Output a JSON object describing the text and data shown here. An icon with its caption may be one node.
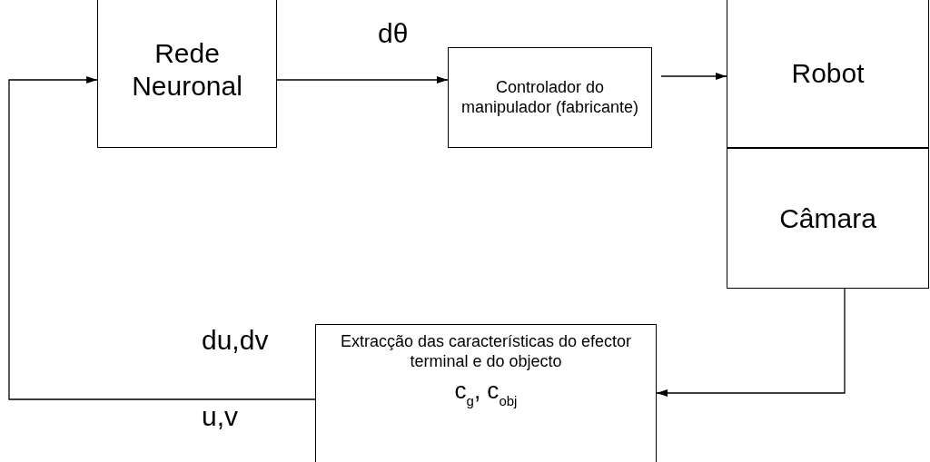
{
  "diagram": {
    "nodes": [
      {
        "text": [
          "Rede Neuronal"
        ]
      },
      {
        "text": [
          "Controlador do manipulador (fabricante)"
        ]
      },
      {
        "text": [
          "Robot"
        ]
      },
      {
        "text": [
          "Câmara"
        ]
      },
      {
        "text": [
          "Extracção das características do efector terminal e do objecto",
          "c$_{g}$, c$_{obj}$"
        ]
      }
    ],
    "edges": [
      {
        "from": 0,
        "to": 1,
        "arrow": "to",
        "label": "dθ"
      },
      {
        "from": 1,
        "to": 2,
        "arrow": "to"
      },
      {
        "from": 3,
        "to": 4,
        "arrow": "to"
      },
      {
        "from": 4,
        "to": 0,
        "arrow": "to",
        "label": "du,dv"
      }
    ],
    "labels": [
      "u,v"
    ]
  }
}
